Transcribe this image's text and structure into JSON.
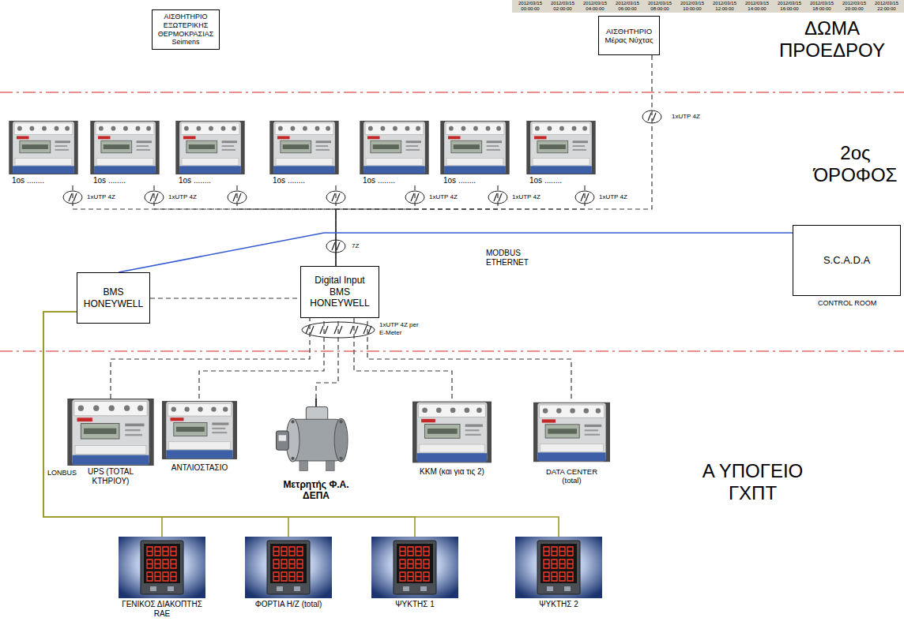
{
  "diagram": {
    "nodes": [
      {
        "text": [
          "ΑΙΣΘΗΤΗΡΙΟ ΕΞΩΤΕΡΙΚΗΣ ΘΕΡΜΟΚΡΑΣΙΑΣ Seimens"
        ]
      },
      {
        "text": [
          "ΑΙΣΘΗΤΗΡΙΟ Μέρας Νύχτας"
        ]
      },
      {
        "text": [
          "1os ........"
        ]
      },
      {
        "text": [
          "1os ........"
        ]
      },
      {
        "text": [
          "1os ........"
        ]
      },
      {
        "text": [
          "1os ........"
        ]
      },
      {
        "text": [
          "1os ........"
        ]
      },
      {
        "text": [
          "1os ........"
        ]
      },
      {
        "text": [
          "1os ........"
        ]
      },
      {
        "text": [
          "BMS HONEYWELL"
        ]
      },
      {
        "text": [
          "Digital Input BMS HONEYWELL"
        ]
      },
      {
        "text": [
          "S.C.A.D.A"
        ]
      },
      {
        "text": [
          "UPS (TOTAL ΚΤΗΡΙΟΥ)"
        ]
      },
      {
        "text": [
          "ΑΝΤΛΙΟΣΤΑΣΙΟ"
        ]
      },
      {
        "text": [
          "Μετρητής Φ.Α. ΔΕΠΑ"
        ]
      },
      {
        "text": [
          "ΚΚΜ (και για τις 2)"
        ]
      },
      {
        "text": [
          "DATA CENTER (total)"
        ]
      },
      {
        "text": [
          "ΓΕΝΙΚΟΣ ΔΙΑΚΟΠΤΗΣ RAE"
        ]
      },
      {
        "text": [
          "ΦΟΡΤΙΑ Η/Ζ (total)"
        ]
      },
      {
        "text": [
          "ΨΥΚΤΗΣ 1"
        ]
      },
      {
        "text": [
          "ΨΥΚΤΗΣ 2"
        ]
      }
    ],
    "edges": [
      {
        "from": 1,
        "to": 10,
        "arrow": "none"
      },
      {
        "from": 2,
        "to": 10,
        "arrow": "none"
      },
      {
        "from": 3,
        "to": 10,
        "arrow": "none"
      },
      {
        "from": 4,
        "to": 10,
        "arrow": "none"
      },
      {
        "from": 5,
        "to": 10,
        "arrow": "none"
      },
      {
        "from": 6,
        "to": 10,
        "arrow": "none"
      },
      {
        "from": 7,
        "to": 10,
        "arrow": "none"
      },
      {
        "from": 8,
        "to": 10,
        "arrow": "none"
      },
      {
        "from": 9,
        "to": 11,
        "arrow": "none",
        "label": "MODBUS ETHERNET"
      },
      {
        "from": 9,
        "to": 10,
        "arrow": "none"
      },
      {
        "from": 12,
        "to": 10,
        "arrow": "none"
      },
      {
        "from": 13,
        "to": 10,
        "arrow": "none"
      },
      {
        "from": 14,
        "to": 10,
        "arrow": "none"
      },
      {
        "from": 15,
        "to": 10,
        "arrow": "none"
      },
      {
        "from": 16,
        "to": 10,
        "arrow": "none"
      },
      {
        "from": 9,
        "to": 17,
        "arrow": "none",
        "label": "LONBUS"
      },
      {
        "from": 9,
        "to": 18,
        "arrow": "none"
      },
      {
        "from": 9,
        "to": 19,
        "arrow": "none"
      },
      {
        "from": 9,
        "to": 20,
        "arrow": "none"
      }
    ],
    "labels": [
      "2012/03/15 00:00:00",
      "2012/03/15 02:00:00",
      "2012/03/15 04:00:00",
      "2012/03/15 06:00:00",
      "2012/03/15 08:00:00",
      "2012/03/15 10:00:00",
      "2012/03/15 12:00:00",
      "2012/03/15 14:00:00",
      "2012/03/15 16:00:00",
      "2012/03/15 18:00:00",
      "2012/03/15 20:00:00",
      "2012/03/15 22:00:00",
      "ΔΩΜΑ ΠΡΟΕΔΡΟΥ",
      "1xUTP 4Z",
      "2ος ΌΡΟΦΟΣ",
      "1xUTP 4Z",
      "1xUTP 4Z",
      "1xUTP 4Z",
      "1xUTP 4Z",
      "1xUTP 4Z",
      "7Z",
      "CONTROL ROOM",
      "1xUTP 4Z per E-Meter",
      "Α ΥΠΟΓΕΙΟ ΓΧΠΤ"
    ]
  }
}
